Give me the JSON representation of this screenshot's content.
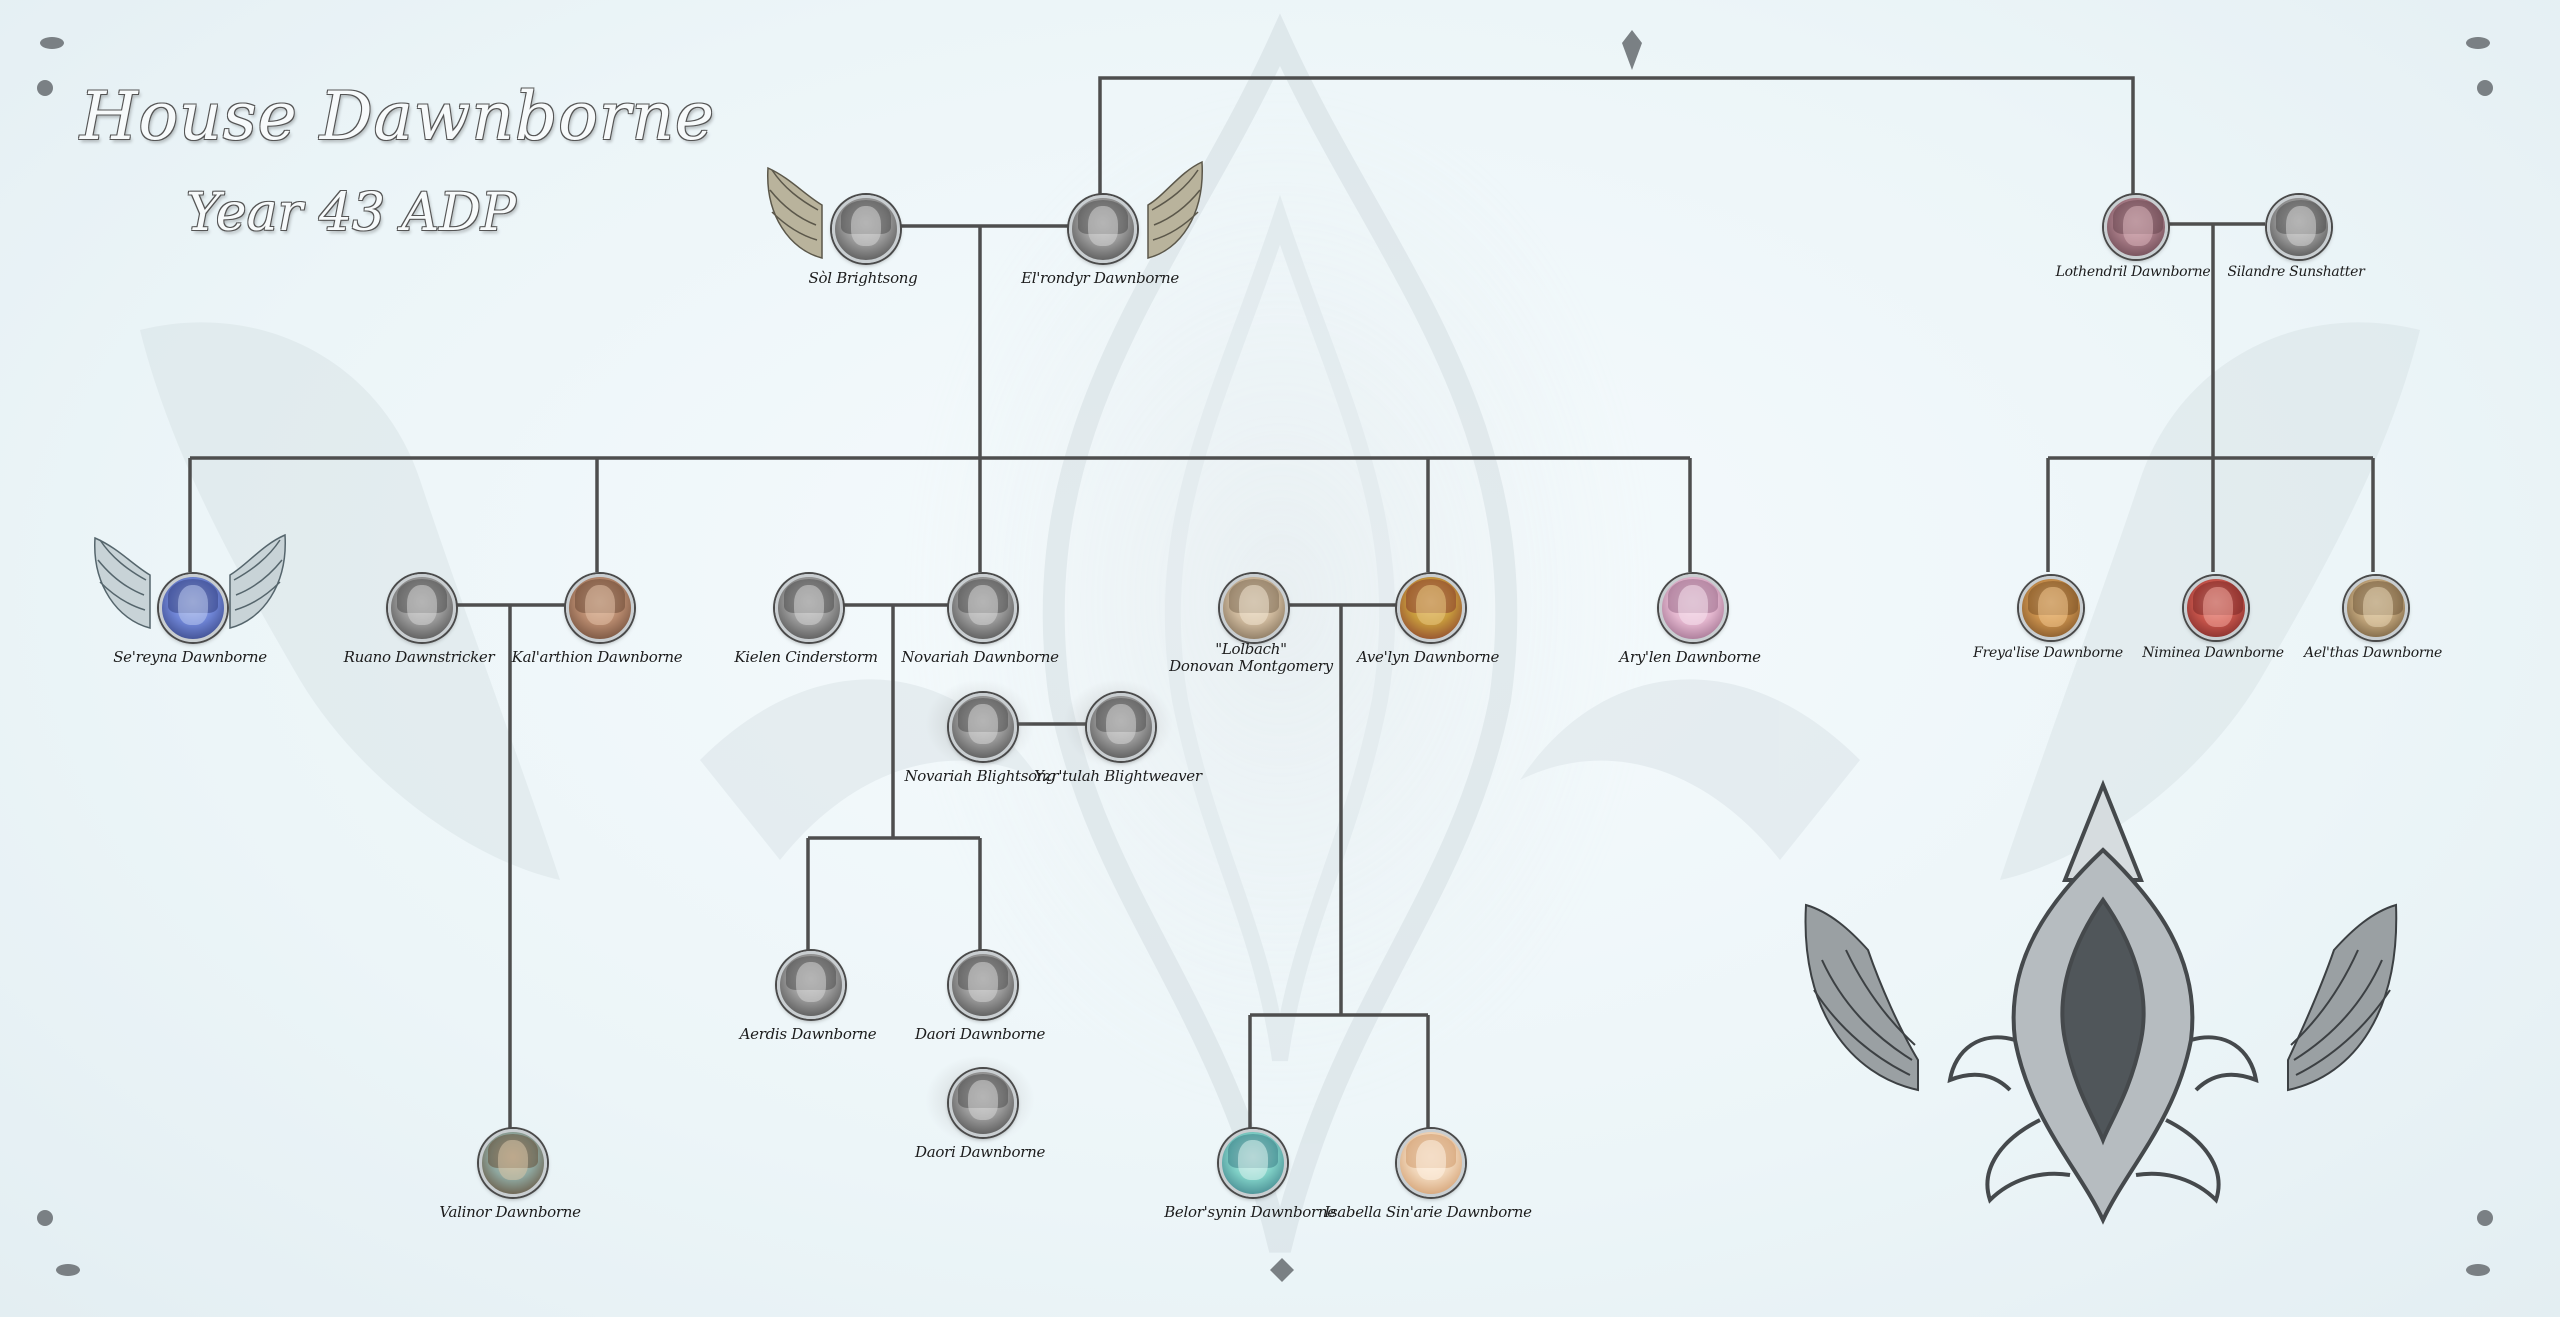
{
  "header": {
    "title": "House Dawnborne",
    "subtitle": "Year 43 ADP"
  },
  "colors": {
    "line": "#4e4e4e",
    "frame": "#6e7478",
    "label": "#1c1c1c",
    "emblem": "#5a5f63"
  },
  "people": [
    {
      "id": "sol",
      "name": "Sòl Brightsong",
      "portrait": "gray",
      "winged": "gold"
    },
    {
      "id": "elrondyr",
      "name": "El'rondyr Dawnborne",
      "portrait": "gray",
      "winged": "gold"
    },
    {
      "id": "lothendril",
      "name": "Lothendril Dawnborne",
      "portrait": "mauve"
    },
    {
      "id": "silandre",
      "name": "Silandre Sunshatter",
      "portrait": "gray"
    },
    {
      "id": "sereyna",
      "name": "Se'reyna Dawnborne",
      "portrait": "blue",
      "winged": "silver"
    },
    {
      "id": "ruano",
      "name": "Ruano Dawnstricker",
      "portrait": "gray"
    },
    {
      "id": "kalarthion",
      "name": "Kal'arthion Dawnborne",
      "portrait": "tan"
    },
    {
      "id": "kielen",
      "name": "Kielen Cinderstorm",
      "portrait": "gray"
    },
    {
      "id": "novariah",
      "name": "Novariah Dawnborne",
      "portrait": "gray"
    },
    {
      "id": "lolbach",
      "name": "\"Lolbach\" Donovan Montgomery",
      "line1": "\"Lolbach\"",
      "line2": "Donovan Montgomery",
      "portrait": "beige"
    },
    {
      "id": "avelyn",
      "name": "Ave'lyn Dawnborne",
      "portrait": "gold"
    },
    {
      "id": "arylen",
      "name": "Ary'len Dawnborne",
      "portrait": "pink"
    },
    {
      "id": "freyalise",
      "name": "Freya'lise Dawnborne",
      "portrait": "amber"
    },
    {
      "id": "niminea",
      "name": "Niminea Dawnborne",
      "portrait": "red"
    },
    {
      "id": "aelthas",
      "name": "Ael'thas Dawnborne",
      "portrait": "sand"
    },
    {
      "id": "novariah_b",
      "name": "Novariah Blightsong",
      "portrait": "gray",
      "smoke": true
    },
    {
      "id": "yzrtulah",
      "name": "Yzr'tulah Blightweaver",
      "portrait": "gray",
      "smoke": true
    },
    {
      "id": "aerdis",
      "name": "Aerdis Dawnborne",
      "portrait": "gray"
    },
    {
      "id": "daori",
      "name": "Daori Dawnborne",
      "portrait": "gray"
    },
    {
      "id": "daori_b",
      "name": "Daori Dawnborne",
      "portrait": "gray",
      "smoke": true
    },
    {
      "id": "valinor",
      "name": "Valinor Dawnborne",
      "portrait": "teal"
    },
    {
      "id": "belorsynin",
      "name": "Belor'synin Dawnborne",
      "portrait": "mint"
    },
    {
      "id": "isabella",
      "name": "Isabella Sin'arie Dawnborne",
      "portrait": "cream"
    }
  ]
}
